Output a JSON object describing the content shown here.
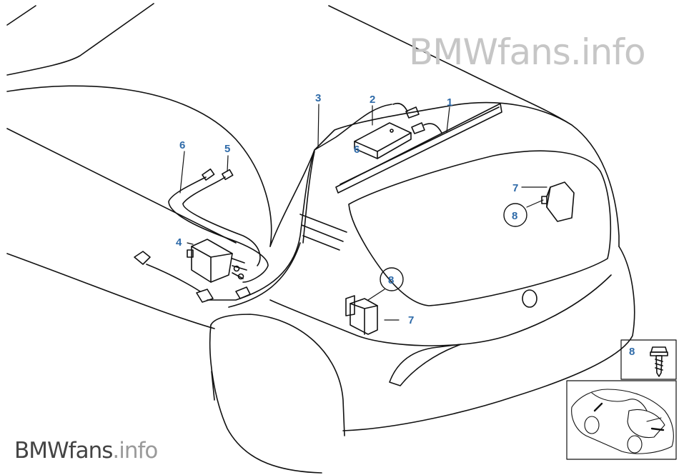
{
  "watermark": {
    "top": "BMWfans.info",
    "bottom_brand": "BMWfans",
    "bottom_suffix": ".info"
  },
  "callouts": {
    "c1": "1",
    "c2": "2",
    "c3": "3",
    "c4": "4",
    "c5": "5",
    "c6_left": "6",
    "c6_right": "6",
    "c7_top": "7",
    "c7_bottom": "7",
    "c8_top": "8",
    "c8_mid": "8",
    "c8_inset": "8"
  },
  "colors": {
    "callout": "#2e6aa8",
    "line": "#111111",
    "watermark_light": "#c6c6c6"
  }
}
